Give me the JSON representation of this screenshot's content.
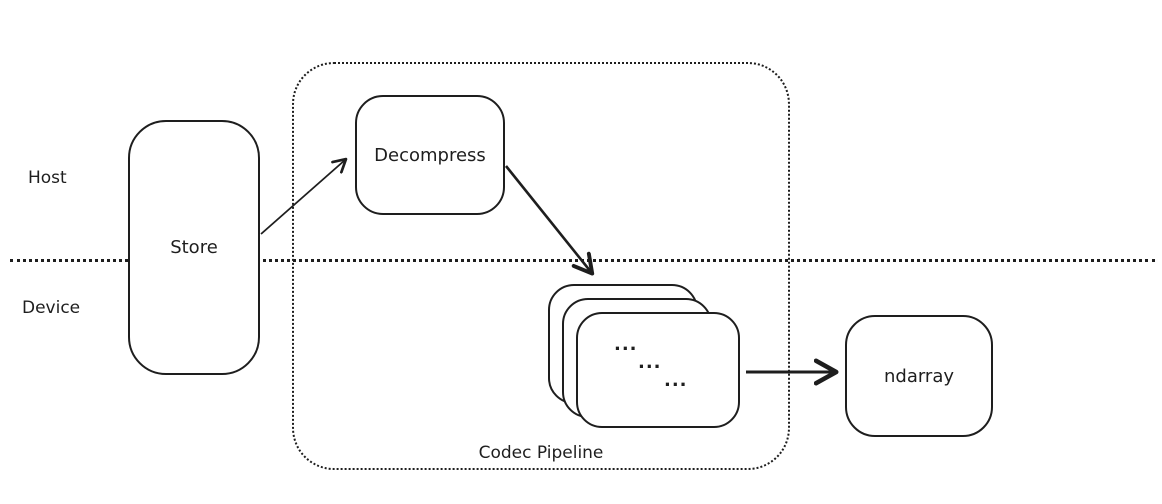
{
  "diagram": {
    "host_label": "Host",
    "device_label": "Device",
    "store": {
      "label": "Store"
    },
    "decompress": {
      "label": "Decompress"
    },
    "codec_pipeline": {
      "label": "Codec Pipeline"
    },
    "stack": {
      "dots": [
        "...",
        "...",
        "..."
      ]
    },
    "ndarray": {
      "label": "ndarray"
    },
    "colors": {
      "stroke": "#1e1e1e",
      "background": "#ffffff"
    }
  }
}
